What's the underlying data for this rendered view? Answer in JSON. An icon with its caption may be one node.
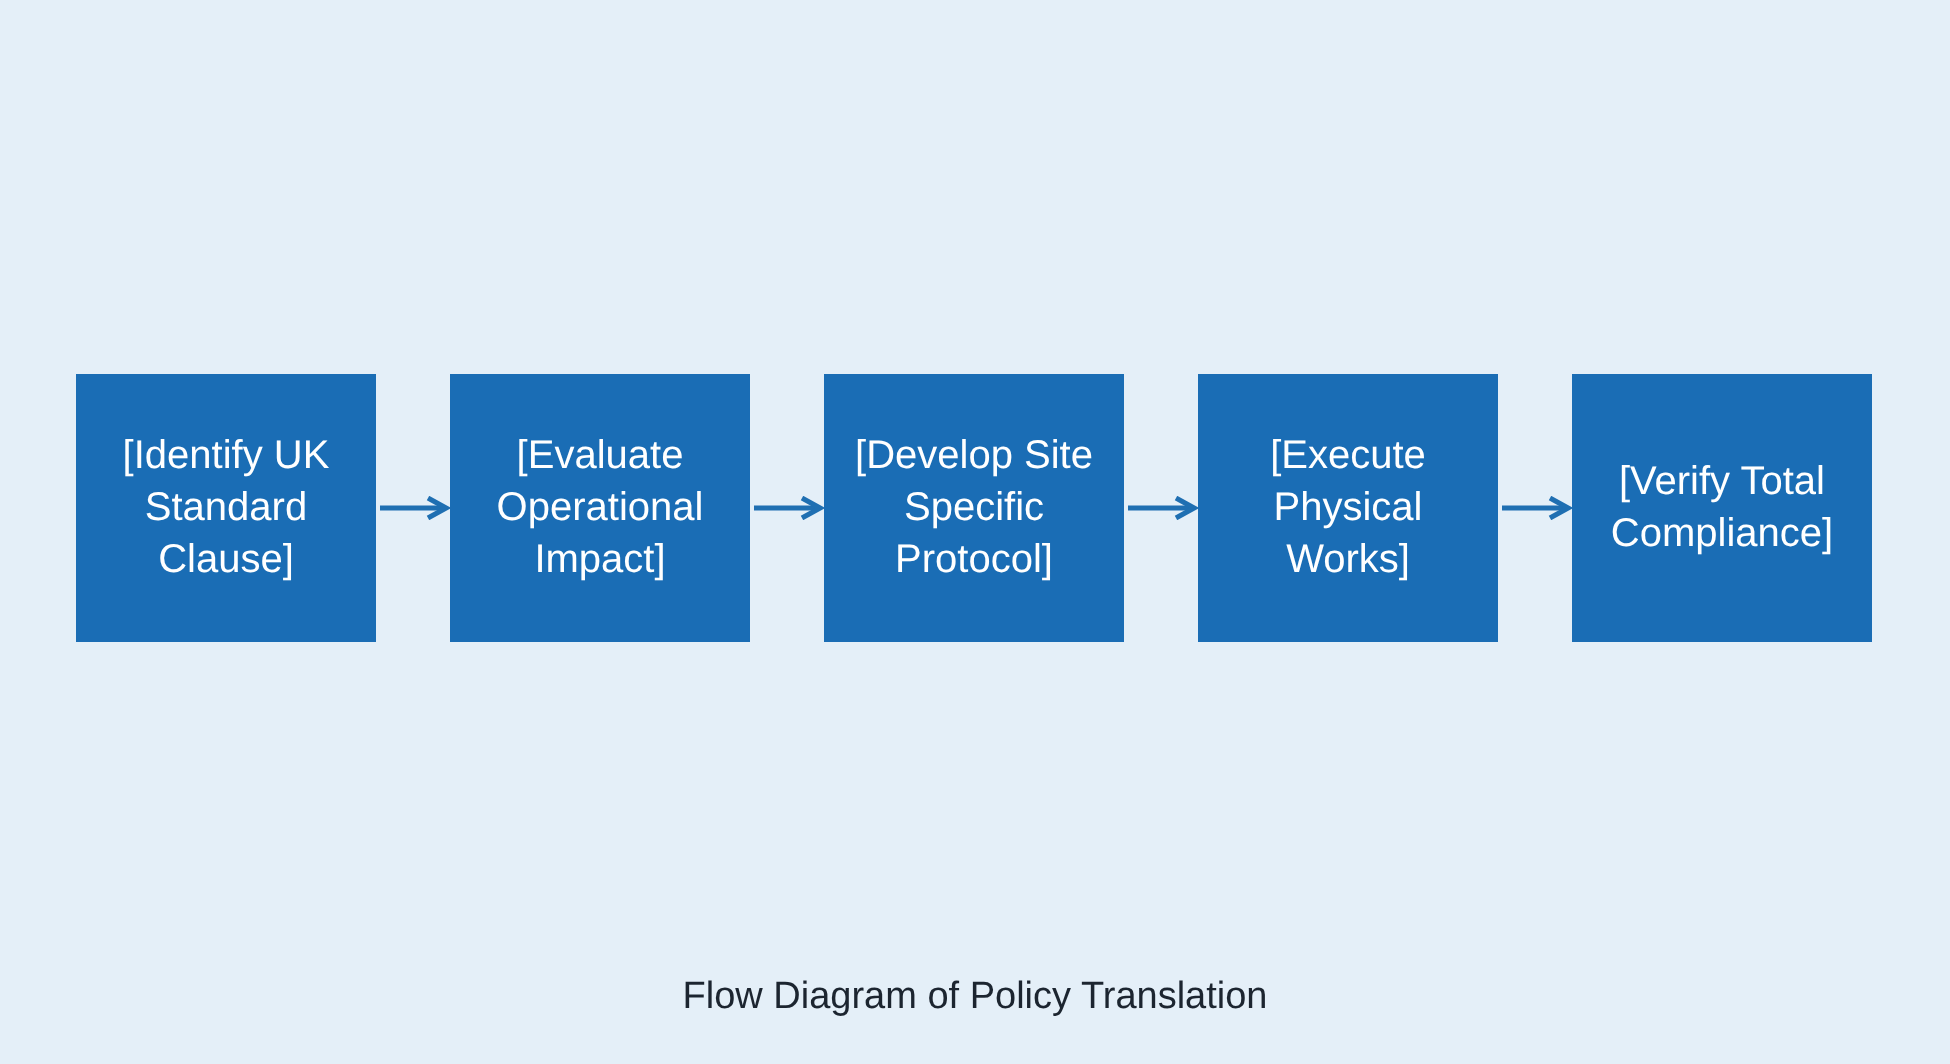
{
  "diagram": {
    "caption": "Flow Diagram of Policy Translation",
    "nodes": [
      {
        "text": [
          "[Identify UK Standard Clause]"
        ]
      },
      {
        "text": [
          "[Evaluate Operational Impact]"
        ]
      },
      {
        "text": [
          "[Develop Site Specific Protocol]"
        ]
      },
      {
        "text": [
          "[Execute Physical Works]"
        ]
      },
      {
        "text": [
          "[Verify Total Compliance]"
        ]
      }
    ],
    "edges": [
      {
        "from": 0,
        "to": 1,
        "arrow": "to"
      },
      {
        "from": 1,
        "to": 2,
        "arrow": "to"
      },
      {
        "from": 2,
        "to": 3,
        "arrow": "to"
      },
      {
        "from": 3,
        "to": 4,
        "arrow": "to"
      }
    ]
  }
}
